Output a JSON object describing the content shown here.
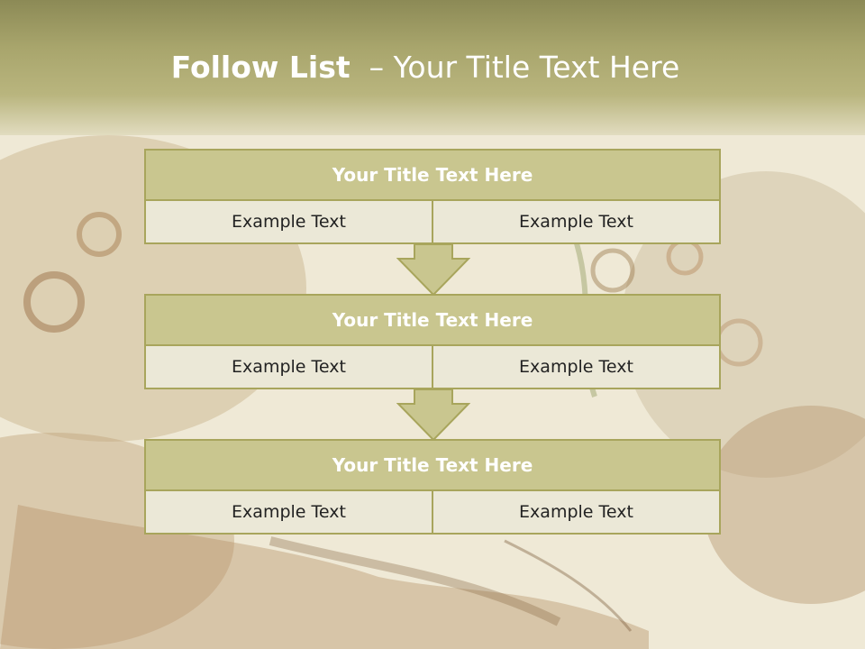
{
  "slide": {
    "title_bold": "Follow List",
    "title_rest": "  – Your Title Text Here"
  },
  "steps": [
    {
      "title": "Your Title Text Here",
      "left": "Example Text",
      "right": "Example Text"
    },
    {
      "title": "Your Title Text Here",
      "left": "Example Text",
      "right": "Example Text"
    },
    {
      "title": "Your Title Text Here",
      "left": "Example Text",
      "right": "Example Text"
    }
  ],
  "colors": {
    "header": "#a8a56c",
    "title_fill": "#c9c68f",
    "cell_fill": "#ebe8d7",
    "border": "#a8a55c",
    "arrow": "#c9c68f"
  },
  "icons": [
    "down-arrow-icon",
    "down-arrow-icon"
  ]
}
